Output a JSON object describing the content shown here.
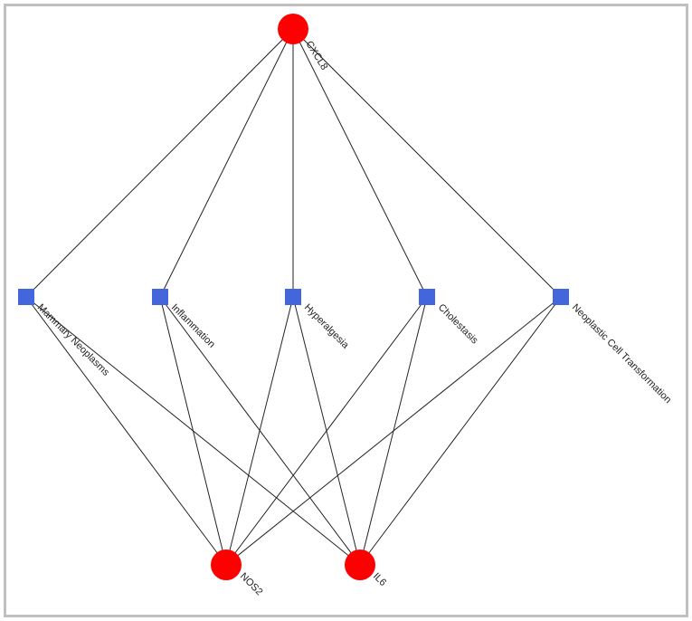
{
  "network": {
    "genes": [
      {
        "id": "CXCL8",
        "label": "CXCL8"
      },
      {
        "id": "NOS2",
        "label": "NOS2"
      },
      {
        "id": "IL6",
        "label": "IL6"
      }
    ],
    "diseases": [
      {
        "id": "MN",
        "label": "Mammary Neoplasms"
      },
      {
        "id": "INF",
        "label": "Inflammation"
      },
      {
        "id": "HYP",
        "label": "Hyperalgesia"
      },
      {
        "id": "CHO",
        "label": "Cholestasis"
      },
      {
        "id": "NCT",
        "label": "Neoplastic Cell Transformation"
      }
    ],
    "edges": [
      [
        "CXCL8",
        "MN"
      ],
      [
        "CXCL8",
        "INF"
      ],
      [
        "CXCL8",
        "HYP"
      ],
      [
        "CXCL8",
        "CHO"
      ],
      [
        "CXCL8",
        "NCT"
      ],
      [
        "MN",
        "NOS2"
      ],
      [
        "MN",
        "IL6"
      ],
      [
        "INF",
        "NOS2"
      ],
      [
        "INF",
        "IL6"
      ],
      [
        "HYP",
        "NOS2"
      ],
      [
        "HYP",
        "IL6"
      ],
      [
        "CHO",
        "NOS2"
      ],
      [
        "CHO",
        "IL6"
      ],
      [
        "NCT",
        "NOS2"
      ],
      [
        "NCT",
        "IL6"
      ]
    ],
    "colors": {
      "gene": "#ff0000",
      "disease": "#4466dd",
      "edge": "#222222",
      "border": "#c0c0c0"
    }
  }
}
